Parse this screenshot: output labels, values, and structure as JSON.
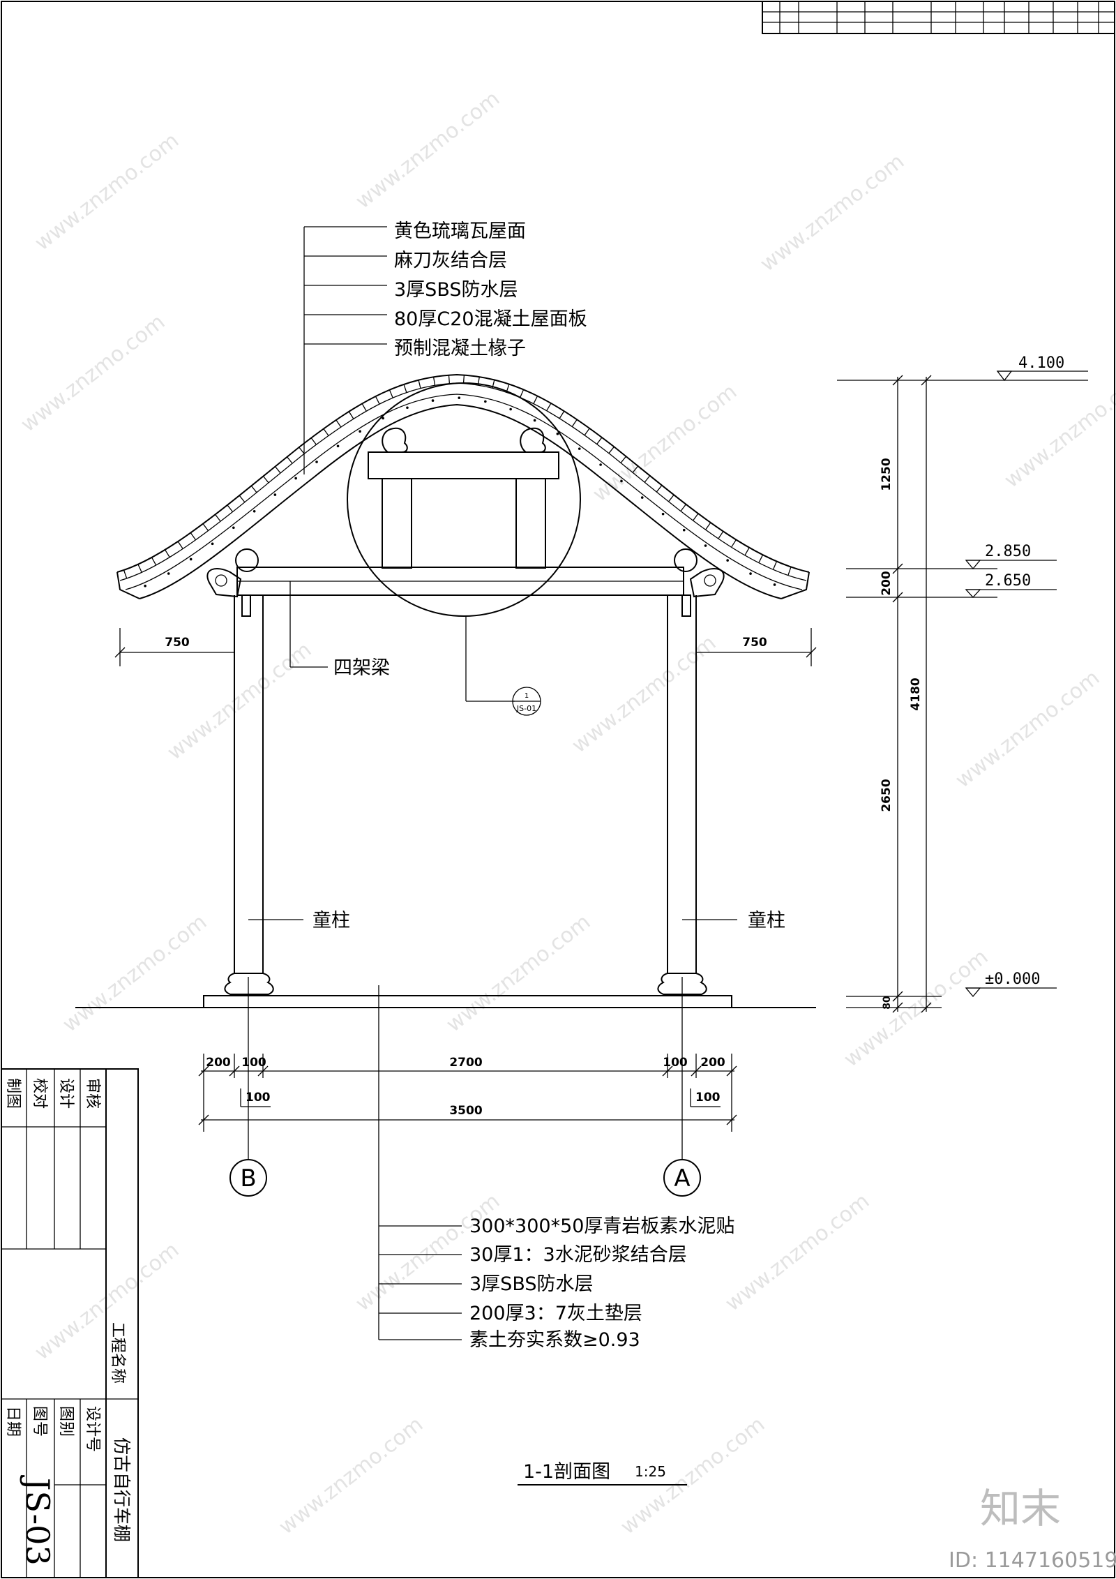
{
  "roof_notes": [
    "黄色琉璃瓦屋面",
    "麻刀灰结合层",
    "3厚SBS防水层",
    "80厚C20混凝土屋面板",
    "预制混凝土椽子"
  ],
  "floor_notes": [
    "300*300*50厚青岩板素水泥贴",
    "30厚1：3水泥砂浆结合层",
    "3厚SBS防水层",
    "200厚3：7灰土垫层",
    "素土夯实系数≥0.93"
  ],
  "labels": {
    "beam": "四架梁",
    "column_left": "童柱",
    "column_right": "童柱"
  },
  "levels": [
    "4.100",
    "2.850",
    "2.650",
    "±0.000"
  ],
  "vertical_dims": [
    "1250",
    "200",
    "2650",
    "4180",
    "80"
  ],
  "horizontal_dims": {
    "eave_left": "750",
    "eave_right": "750",
    "bottom_left_200": "200",
    "bottom_left_100": "100",
    "bottom_span": "2700",
    "bottom_right_100": "100",
    "bottom_right_200": "200",
    "below_left_100": "100",
    "below_right_100": "100",
    "total": "3500"
  },
  "axes": {
    "left": "B",
    "right": "A"
  },
  "detail_ref": {
    "number": "1",
    "sheet": "JS-01"
  },
  "title_block": {
    "sign_rows": [
      "制图",
      "校对",
      "设计",
      "审核"
    ],
    "project_name_label": "工程名称",
    "project_name": "仿古自行车棚",
    "design_no_label": "设计号",
    "drawing_type_label": "图别",
    "drawing_no_label": "图号",
    "date_label": "日期",
    "drawing_no": "JS-03"
  },
  "drawing_title": "1-1剖面图",
  "drawing_scale": "1:25",
  "watermark": {
    "brand": "知末",
    "id": "ID: 1147160519",
    "site": "www.znzmo.com"
  }
}
